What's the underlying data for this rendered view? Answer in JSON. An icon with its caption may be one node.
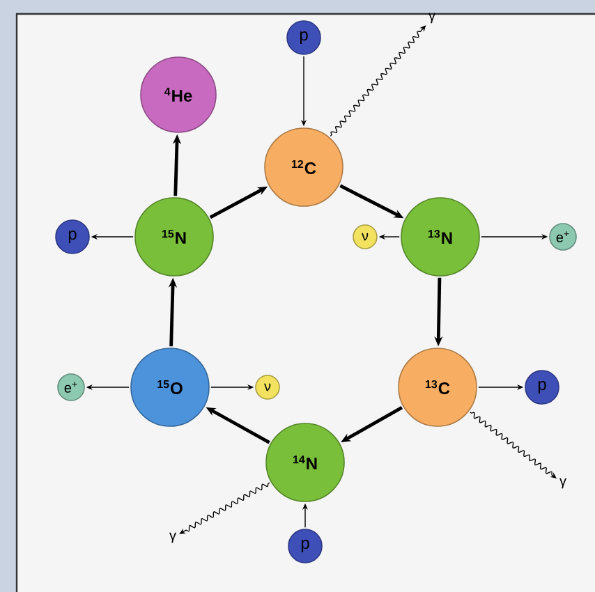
{
  "diagram": {
    "nodes": [
      {
        "text": [
          "$^{4}$He"
        ]
      },
      {
        "text": [
          "p"
        ]
      },
      {
        "text": [
          "$^{12}$C"
        ]
      },
      {
        "text": [
          "γ"
        ]
      },
      {
        "text": [
          "$^{15}$N"
        ]
      },
      {
        "text": [
          "p"
        ]
      },
      {
        "text": [
          "$^{13}$N"
        ]
      },
      {
        "text": [
          "ν"
        ]
      },
      {
        "text": [
          "e$^{+}$"
        ]
      },
      {
        "text": [
          "$^{15}$O"
        ]
      },
      {
        "text": [
          "e$^{+}$"
        ]
      },
      {
        "text": [
          "ν"
        ]
      },
      {
        "text": [
          "$^{13}$C"
        ]
      },
      {
        "text": [
          "p"
        ]
      },
      {
        "text": [
          "γ"
        ]
      },
      {
        "text": [
          "$^{14}$N"
        ]
      },
      {
        "text": [
          "γ"
        ]
      },
      {
        "text": [
          "p"
        ]
      }
    ],
    "edges": [
      {
        "from": 4,
        "to": 0,
        "arrow": "to",
        "style": "thick"
      },
      {
        "from": 4,
        "to": 2,
        "arrow": "to",
        "style": "thick"
      },
      {
        "from": 2,
        "to": 6,
        "arrow": "to",
        "style": "thick"
      },
      {
        "from": 6,
        "to": 12,
        "arrow": "to",
        "style": "thick"
      },
      {
        "from": 12,
        "to": 15,
        "arrow": "to",
        "style": "thick"
      },
      {
        "from": 15,
        "to": 9,
        "arrow": "to",
        "style": "thick"
      },
      {
        "from": 9,
        "to": 4,
        "arrow": "to",
        "style": "thick"
      },
      {
        "from": 1,
        "to": 2,
        "arrow": "to"
      },
      {
        "from": 2,
        "to": 3,
        "arrow": "to"
      },
      {
        "from": 4,
        "to": 5,
        "arrow": "to"
      },
      {
        "from": 6,
        "to": 7,
        "arrow": "to"
      },
      {
        "from": 6,
        "to": 8,
        "arrow": "to"
      },
      {
        "from": 9,
        "to": 10,
        "arrow": "to"
      },
      {
        "from": 9,
        "to": 11,
        "arrow": "to"
      },
      {
        "from": 12,
        "to": 13,
        "arrow": "to"
      },
      {
        "from": 12,
        "to": 14,
        "arrow": "to"
      },
      {
        "from": 15,
        "to": 16,
        "arrow": "to"
      },
      {
        "from": 17,
        "to": 15,
        "arrow": "to"
      }
    ]
  }
}
